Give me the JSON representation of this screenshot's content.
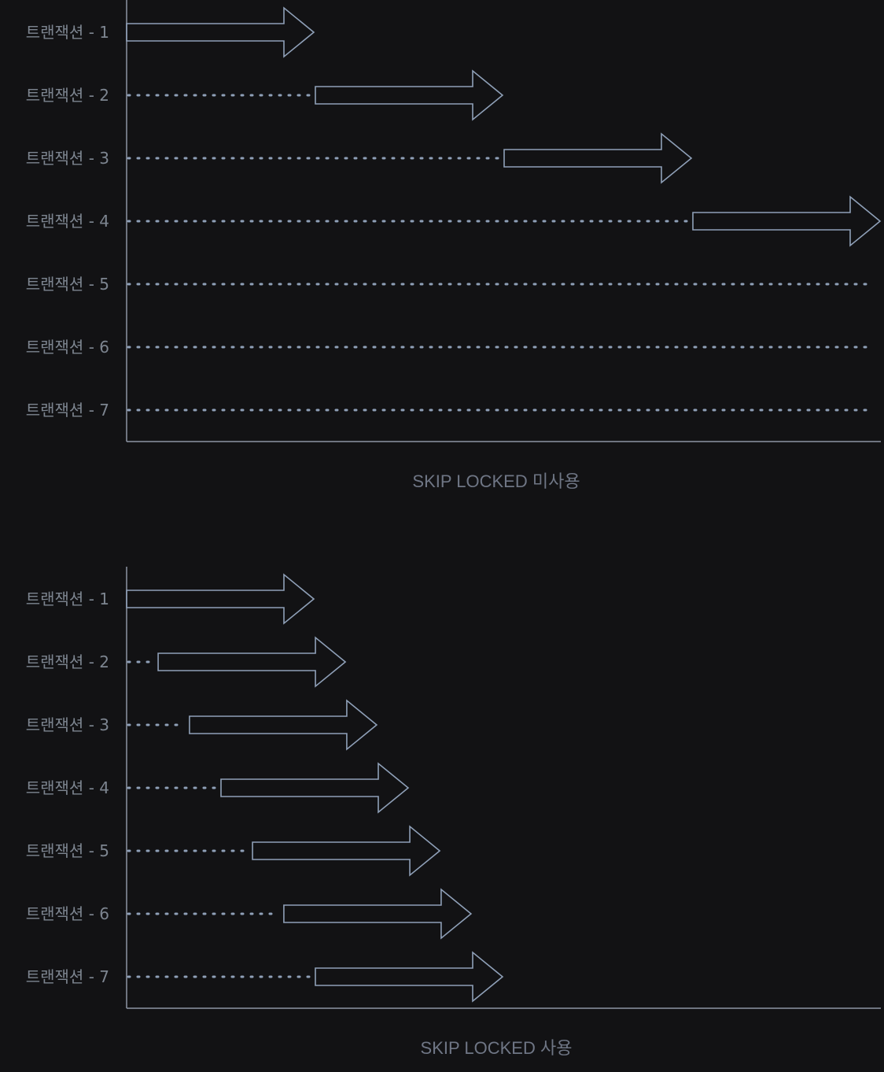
{
  "panels": [
    {
      "caption": "SKIP LOCKED 미사용",
      "rows": [
        {
          "label": "트랜잭션 - 1",
          "wait": 0,
          "run": 1
        },
        {
          "label": "트랜잭션 - 2",
          "wait": 1,
          "run": 1
        },
        {
          "label": "트랜잭션 - 3",
          "wait": 2,
          "run": 1
        },
        {
          "label": "트랜잭션 - 4",
          "wait": 3,
          "run": 1
        },
        {
          "label": "트랜잭션 - 5",
          "wait": 4,
          "run": 0
        },
        {
          "label": "트랜잭션 - 6",
          "wait": 4,
          "run": 0
        },
        {
          "label": "트랜잭션 - 7",
          "wait": 4,
          "run": 0
        }
      ]
    },
    {
      "caption": "SKIP LOCKED 사용",
      "rows": [
        {
          "label": "트랜잭션 - 1",
          "wait": 0,
          "run": 1
        },
        {
          "label": "트랜잭션 - 2",
          "wait": 0.167,
          "run": 1
        },
        {
          "label": "트랜잭션 - 3",
          "wait": 0.333,
          "run": 1
        },
        {
          "label": "트랜잭션 - 4",
          "wait": 0.5,
          "run": 1
        },
        {
          "label": "트랜잭션 - 5",
          "wait": 0.667,
          "run": 1
        },
        {
          "label": "트랜잭션 - 6",
          "wait": 0.833,
          "run": 1
        },
        {
          "label": "트랜잭션 - 7",
          "wait": 1,
          "run": 1
        }
      ]
    }
  ],
  "colors": {
    "background": "#121214",
    "label": "#7d8590",
    "caption": "#6f7685",
    "axis": "#8c94a3",
    "arrow": "#8fa0b8"
  }
}
